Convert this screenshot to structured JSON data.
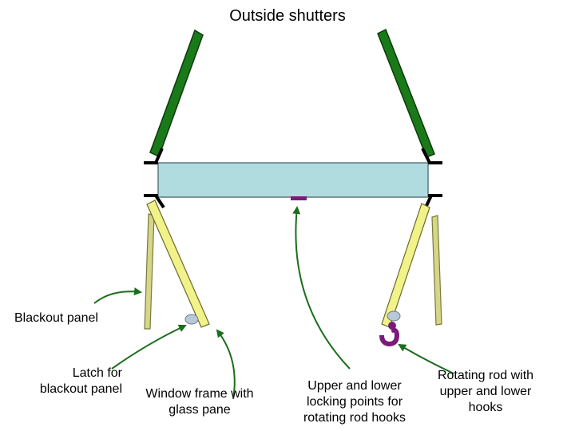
{
  "title": "Outside shutters",
  "labels": {
    "blackout_panel": "Blackout panel",
    "latch": [
      "Latch for",
      "blackout panel"
    ],
    "window_frame": [
      "Window frame with",
      "glass pane"
    ],
    "locking_points": [
      "Upper and lower",
      "locking points for",
      "rotating rod hooks"
    ],
    "rotating_rod": [
      "Rotating rod with",
      "upper and lower",
      "hooks"
    ]
  },
  "colors": {
    "shutter": "#1a7a1a",
    "glass": "#b0dce0",
    "panel_yellow": "#f2f28a",
    "blackout_olive": "#d6d68a",
    "hinge": "#000000",
    "lock_purple": "#7a1a7a",
    "arrow": "#2a8a2a",
    "latch_grey": "#b8c8d8"
  }
}
